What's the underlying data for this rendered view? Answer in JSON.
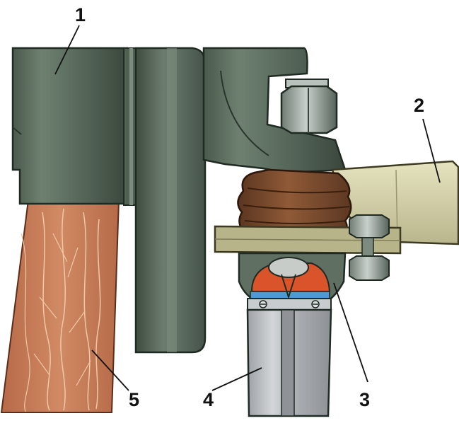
{
  "labels": {
    "l1": "1",
    "l2": "2",
    "l3": "3",
    "l4": "4",
    "l5": "5"
  },
  "colors": {
    "hub": "#5f7062",
    "hub_dark": "#3f4d42",
    "lever": "#d4d1a6",
    "boot": "#7a4a2c",
    "wood": "#c97a55",
    "tool": "#b7babd",
    "flange": "#b8b48a",
    "insert_red": "#d9532b",
    "insert_blue": "#4d9ad6"
  }
}
